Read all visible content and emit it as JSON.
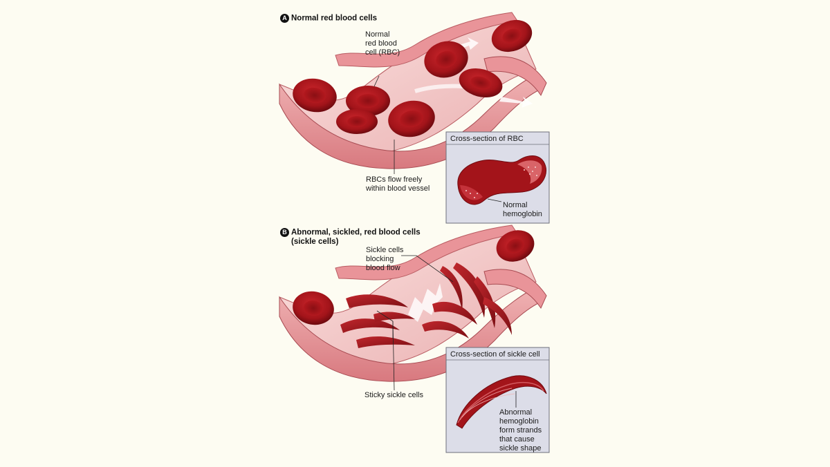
{
  "panel_a": {
    "letter": "A",
    "title": "Normal red blood cells",
    "label_rbc": [
      "Normal",
      "red blood",
      "cell (RBC)"
    ],
    "label_flow": [
      "RBCs flow freely",
      "within blood vessel"
    ],
    "inset": {
      "title": "Cross-section of RBC",
      "label": [
        "Normal",
        "hemoglobin"
      ]
    }
  },
  "panel_b": {
    "letter": "B",
    "title": [
      "Abnormal, sickled, red blood cells",
      "(sickle cells)"
    ],
    "label_blocking": [
      "Sickle cells",
      "blocking",
      "blood flow"
    ],
    "label_sticky": "Sticky sickle cells",
    "inset": {
      "title": "Cross-section of sickle cell",
      "label": [
        "Abnormal",
        "hemoglobin",
        "form strands",
        "that cause",
        "sickle shape"
      ]
    }
  },
  "colors": {
    "background": "#fdfcf2",
    "vessel_wall": "#e8959a",
    "vessel_inner": "#f4c4c4",
    "rbc": "#b0161c",
    "rbc_dark": "#7d0d12",
    "inset_bg": "#dcdde8",
    "inset_border": "#6d6e7a"
  }
}
